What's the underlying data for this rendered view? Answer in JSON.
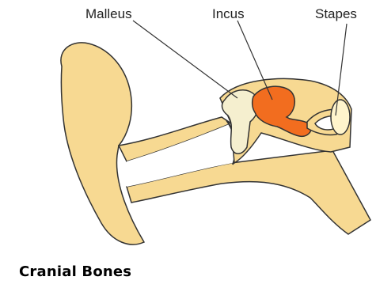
{
  "diagram": {
    "labels": {
      "malleus": "Malleus",
      "incus": "Incus",
      "stapes": "Stapes"
    },
    "caption": "Cranial Bones"
  },
  "colors": {
    "bone_tissue": "#f7d992",
    "ossicle_highlight": "#f26d1f",
    "light_bone": "#f5efcf",
    "outline": "#333333",
    "label_text": "#222222"
  }
}
